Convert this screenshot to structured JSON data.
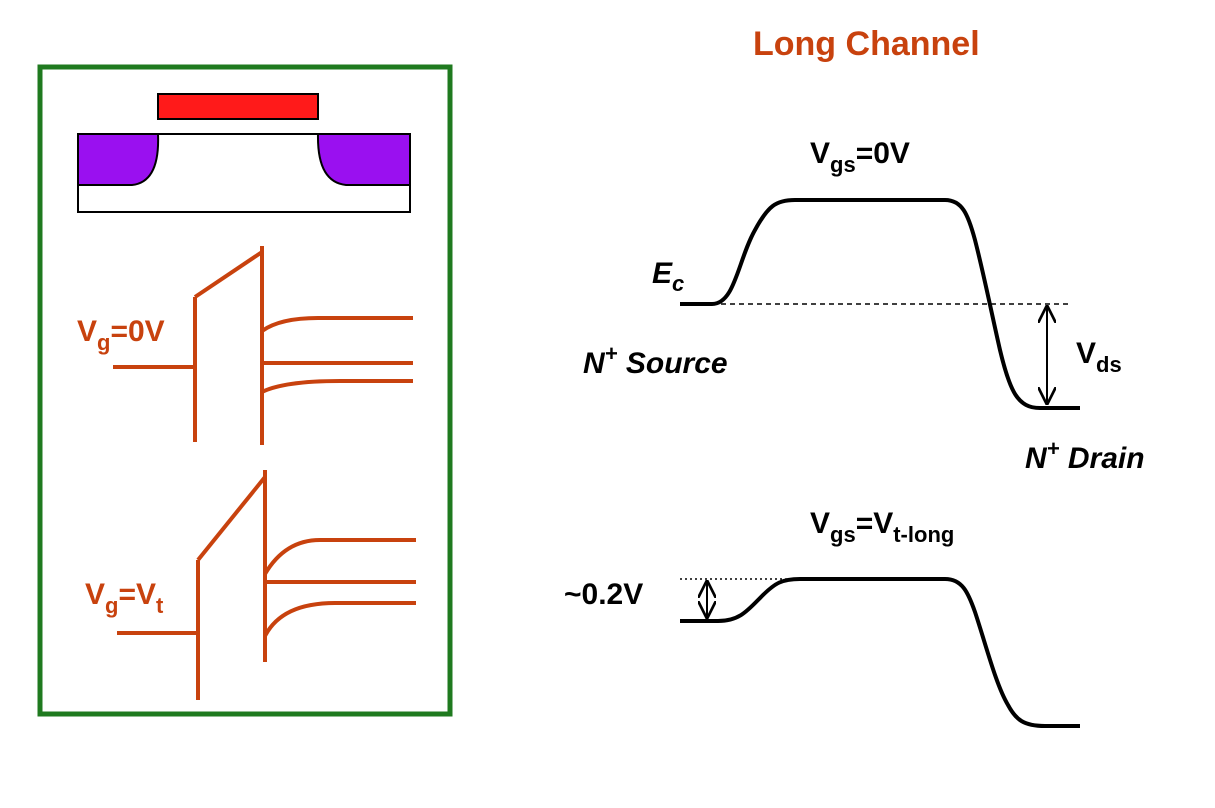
{
  "title": "Long Channel",
  "colors": {
    "accent": "#c8420e",
    "frame": "#1f7a1f",
    "gate": "#ff1a1a",
    "source_drain": "#9a10f0"
  },
  "left_panel": {
    "band_top": {
      "label_main": "V",
      "label_sub": "g",
      "label_rest": "=0V"
    },
    "band_bottom": {
      "label_main": "V",
      "label_sub": "g",
      "label_eq": "=V",
      "label_sub2": "t"
    }
  },
  "right_panel": {
    "curve_top": {
      "label_main": "V",
      "label_sub": "gs",
      "label_rest": "=0V",
      "ec_main": "E",
      "ec_sub": "c",
      "source_main": "N",
      "source_sup": "+",
      "source_rest": " Source",
      "drain_main": "N",
      "drain_sup": "+",
      "drain_rest": " Drain",
      "vds_main": "V",
      "vds_sub": "ds"
    },
    "curve_bottom": {
      "label_main": "V",
      "label_sub": "gs",
      "label_eq": "=V",
      "label_sub2": "t-long",
      "barrier_label": "~0.2V"
    }
  }
}
